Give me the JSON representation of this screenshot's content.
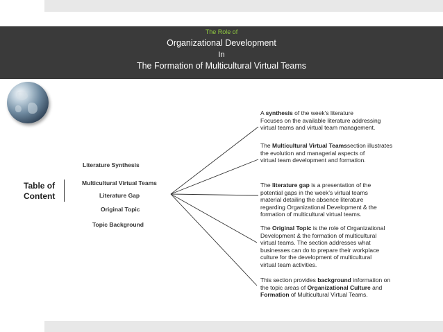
{
  "header": {
    "kicker": "The Role of",
    "line1": "Organizational Development",
    "line2": "In",
    "line3": "The Formation of Multicultural Virtual Teams"
  },
  "toc": {
    "title_line1": "Table of",
    "title_line2": "Content",
    "items": [
      "Literature Synthesis",
      "Multicultural Virtual Teams",
      "Literature Gap",
      "Original Topic",
      "Topic Background"
    ]
  },
  "descriptions": {
    "synthesis": {
      "pre": "A ",
      "bold": "synthesis",
      "post": " of the week’s literature",
      "line2": "Focuses on the available literature addressing",
      "line3": "virtual teams and virtual team management."
    },
    "mvt": {
      "pre": "The ",
      "bold": "Multicultural Virtual Teams",
      "post": "section illustrates",
      "line2": "the evolution and managerial aspects of",
      "line3": "virtual team development and formation."
    },
    "gap": {
      "pre": "The ",
      "bold": "literature gap",
      "post": " is a presentation of the",
      "line2": "potential gaps in the week’s virtual teams",
      "line3": "material detailing the absence literature",
      "line4": "regarding Organizational Development & the",
      "line5": "formation of multicultural virtual teams."
    },
    "original": {
      "pre": "The ",
      "bold": "Original Topic",
      "post": " is the role of Organizational",
      "line2": "Development & the formation of multicultural",
      "line3": "virtual teams. The section addresses what",
      "line4": "businesses can do to prepare their workplace",
      "line5": "culture for the development of multicultural",
      "line6": "virtual team activities."
    },
    "background": {
      "pre": "This section provides ",
      "bold": "background",
      "post": " information on",
      "line2_pre": "the topic areas of ",
      "line2_bold": "Organizational Culture",
      "line2_post": " and",
      "line3_bold": "Formation",
      "line3_post": " of Multicultural Virtual Teams."
    }
  }
}
